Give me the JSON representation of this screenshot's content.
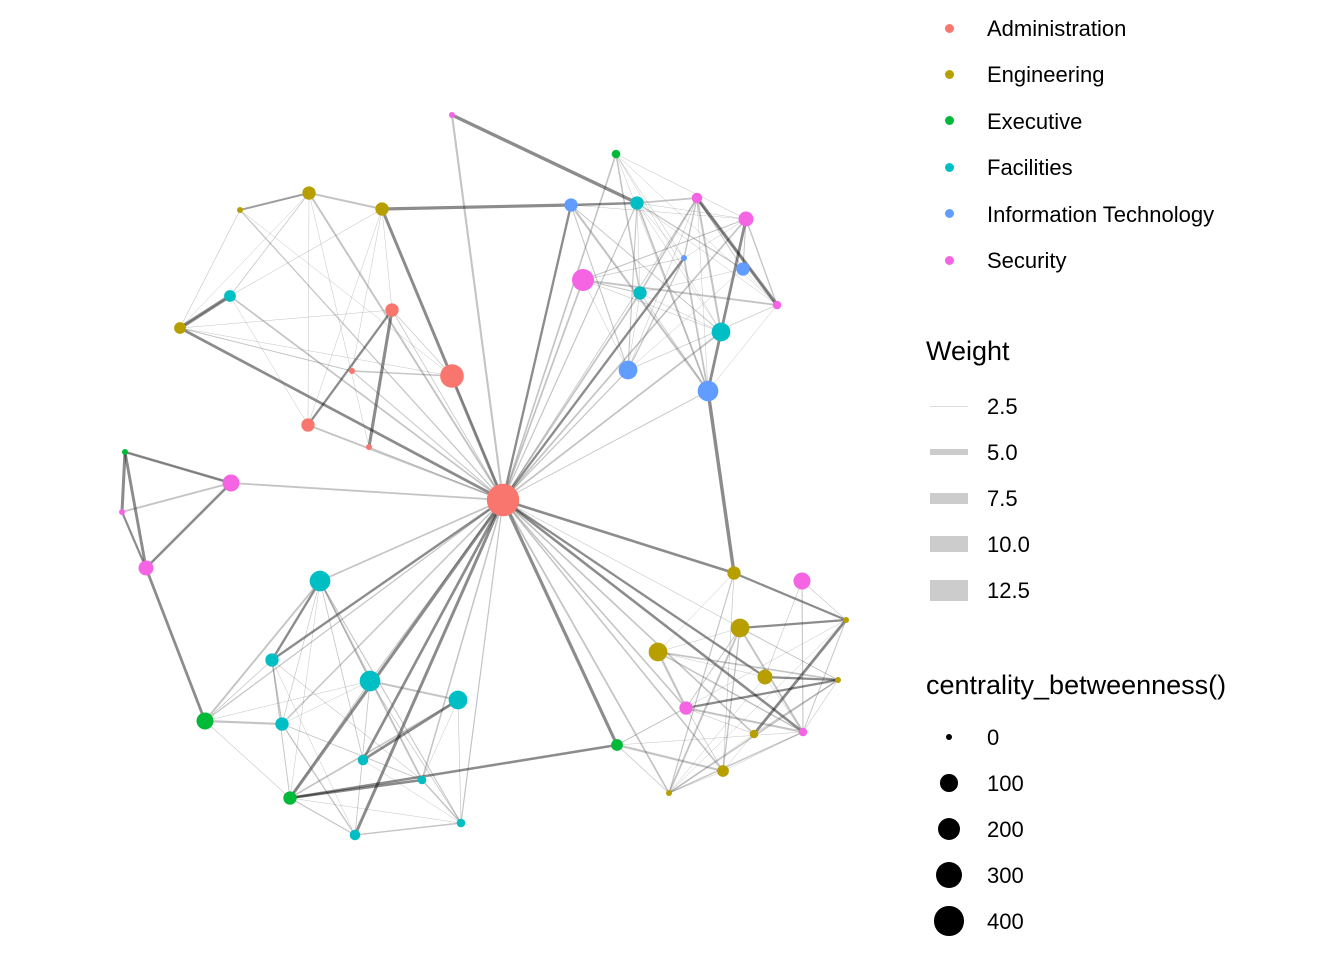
{
  "legend_group": {
    "items": [
      {
        "label": "Administration",
        "color": "#F8766D"
      },
      {
        "label": "Engineering",
        "color": "#B79F00"
      },
      {
        "label": "Executive",
        "color": "#00BA38"
      },
      {
        "label": "Facilities",
        "color": "#00BFC4"
      },
      {
        "label": "Information Technology",
        "color": "#619CFF"
      },
      {
        "label": "Security",
        "color": "#F564E3"
      }
    ]
  },
  "legend_weight": {
    "title": "Weight",
    "items": [
      {
        "label": "2.5",
        "value": 2.5
      },
      {
        "label": "5.0",
        "value": 5.0
      },
      {
        "label": "7.5",
        "value": 7.5
      },
      {
        "label": "10.0",
        "value": 10.0
      },
      {
        "label": "12.5",
        "value": 12.5
      }
    ]
  },
  "legend_size": {
    "title": "centrality_betweenness()",
    "items": [
      {
        "label": "0",
        "value": 0
      },
      {
        "label": "100",
        "value": 100
      },
      {
        "label": "200",
        "value": 200
      },
      {
        "label": "300",
        "value": 300
      },
      {
        "label": "400",
        "value": 400
      }
    ]
  },
  "graph": {
    "nodes": [
      {
        "group": 0,
        "betweenness": 520
      },
      {
        "group": 5,
        "betweenness": 0
      },
      {
        "group": 1,
        "betweenness": 0
      },
      {
        "group": 1,
        "betweenness": 40
      },
      {
        "group": 1,
        "betweenness": 40
      },
      {
        "group": 3,
        "betweenness": 25
      },
      {
        "group": 1,
        "betweenness": 25
      },
      {
        "group": 0,
        "betweenness": 40
      },
      {
        "group": 0,
        "betweenness": 230
      },
      {
        "group": 0,
        "betweenness": 0
      },
      {
        "group": 0,
        "betweenness": 40
      },
      {
        "group": 0,
        "betweenness": 0
      },
      {
        "group": 2,
        "betweenness": 0
      },
      {
        "group": 5,
        "betweenness": 0
      },
      {
        "group": 5,
        "betweenness": 90
      },
      {
        "group": 5,
        "betweenness": 60
      },
      {
        "group": 3,
        "betweenness": 160
      },
      {
        "group": 3,
        "betweenness": 40
      },
      {
        "group": 3,
        "betweenness": 160
      },
      {
        "group": 3,
        "betweenness": 120
      },
      {
        "group": 2,
        "betweenness": 90
      },
      {
        "group": 3,
        "betweenness": 40
      },
      {
        "group": 3,
        "betweenness": 15
      },
      {
        "group": 3,
        "betweenness": 5
      },
      {
        "group": 2,
        "betweenness": 40
      },
      {
        "group": 3,
        "betweenness": 15
      },
      {
        "group": 3,
        "betweenness": 5
      },
      {
        "group": 2,
        "betweenness": 5
      },
      {
        "group": 4,
        "betweenness": 40
      },
      {
        "group": 3,
        "betweenness": 40
      },
      {
        "group": 5,
        "betweenness": 15
      },
      {
        "group": 5,
        "betweenness": 60
      },
      {
        "group": 4,
        "betweenness": 0
      },
      {
        "group": 4,
        "betweenness": 40
      },
      {
        "group": 5,
        "betweenness": 190
      },
      {
        "group": 3,
        "betweenness": 40
      },
      {
        "group": 5,
        "betweenness": 5
      },
      {
        "group": 3,
        "betweenness": 120
      },
      {
        "group": 4,
        "betweenness": 120
      },
      {
        "group": 4,
        "betweenness": 160
      },
      {
        "group": 1,
        "betweenness": 40
      },
      {
        "group": 5,
        "betweenness": 90
      },
      {
        "group": 1,
        "betweenness": 0
      },
      {
        "group": 1,
        "betweenness": 120
      },
      {
        "group": 1,
        "betweenness": 120
      },
      {
        "group": 1,
        "betweenness": 60
      },
      {
        "group": 1,
        "betweenness": 0
      },
      {
        "group": 5,
        "betweenness": 40
      },
      {
        "group": 1,
        "betweenness": 5
      },
      {
        "group": 5,
        "betweenness": 5
      },
      {
        "group": 2,
        "betweenness": 25
      },
      {
        "group": 1,
        "betweenness": 25
      },
      {
        "group": 1,
        "betweenness": 0
      }
    ]
  }
}
